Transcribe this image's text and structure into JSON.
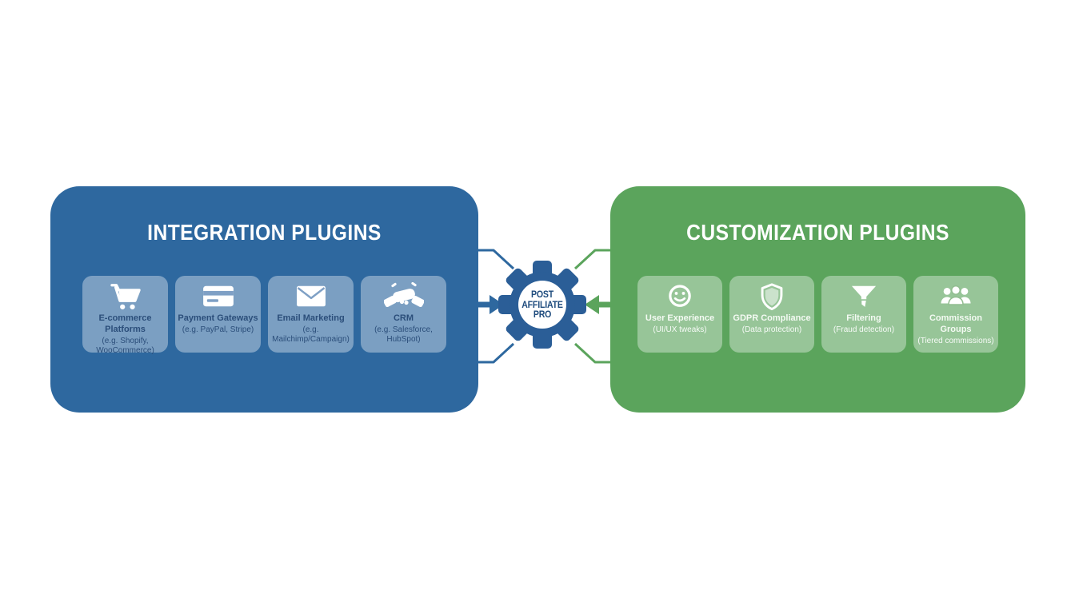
{
  "left_panel": {
    "title": "INTEGRATION PLUGINS",
    "cards": [
      {
        "icon": "shopping-cart-icon",
        "title": "E-commerce Platforms",
        "subtitle": "(e.g. Shopify, WooCommerce)"
      },
      {
        "icon": "credit-card-icon",
        "title": "Payment Gateways",
        "subtitle": "(e.g. PayPal, Stripe)"
      },
      {
        "icon": "envelope-icon",
        "title": "Email Marketing",
        "subtitle": "(e.g. Mailchimp/Campaign)"
      },
      {
        "icon": "handshake-icon",
        "title": "CRM",
        "subtitle": "(e.g. Salesforce, HubSpot)"
      }
    ]
  },
  "right_panel": {
    "title": "CUSTOMIZATION PLUGINS",
    "cards": [
      {
        "icon": "smiley-icon",
        "title": "User Experience",
        "subtitle": "(UI/UX tweaks)"
      },
      {
        "icon": "shield-icon",
        "title": "GDPR Compliance",
        "subtitle": "(Data protection)"
      },
      {
        "icon": "funnel-icon",
        "title": "Filtering",
        "subtitle": "(Fraud detection)"
      },
      {
        "icon": "users-icon",
        "title": "Commission Groups",
        "subtitle": "(Tiered commissions)"
      }
    ]
  },
  "center_hub": {
    "label_lines": [
      "POST",
      "AFFILIATE",
      "PRO"
    ],
    "icon": "gear-icon"
  },
  "colors": {
    "panel_blue": "#2E689F",
    "panel_green": "#5BA45C",
    "gear_blue": "#2B5E97",
    "hub_text": "#1E4B7D",
    "card_text_blue": "#2B4E7A",
    "card_text_green": "#F4FAF3"
  }
}
